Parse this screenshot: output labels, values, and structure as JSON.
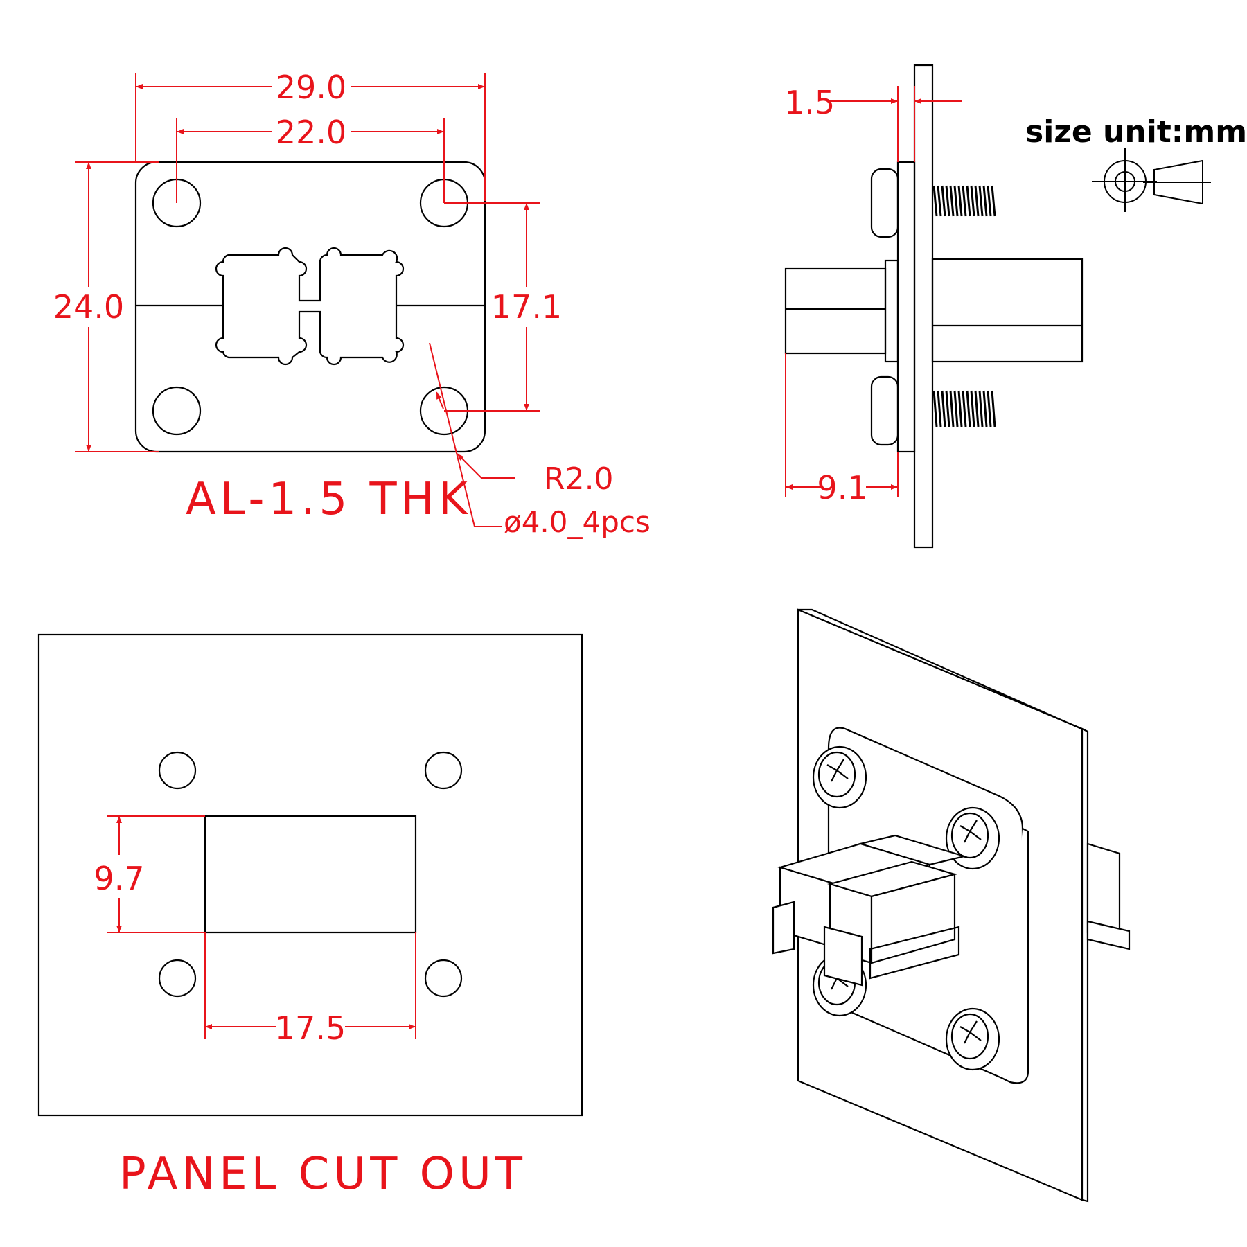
{
  "colors": {
    "dimension": "#e8141b",
    "outline": "#000000",
    "background": "#ffffff"
  },
  "front_view": {
    "width": "29.0",
    "hole_spacing_x": "22.0",
    "height": "24.0",
    "hole_spacing_y": "17.1",
    "corner_radius": "R2.0",
    "hole_callout": "ø4.0_4pcs",
    "material_note": "AL-1.5 THK"
  },
  "side_view": {
    "plate_thickness": "1.5",
    "protrusion": "9.1"
  },
  "unit_note": "size unit:mm",
  "cutout_view": {
    "cut_height": "9.7",
    "cut_width": "17.5",
    "label": "PANEL CUT OUT"
  },
  "iso_view": {}
}
